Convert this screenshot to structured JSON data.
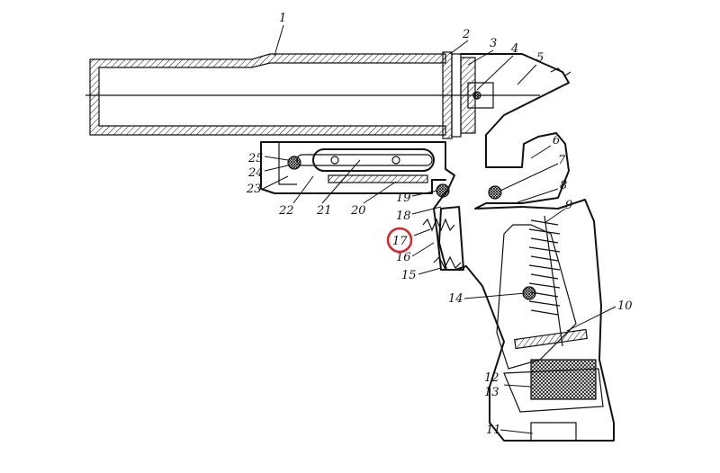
{
  "labels": [
    "1",
    "2",
    "3",
    "4",
    "5",
    "6",
    "7",
    "8",
    "9",
    "10",
    "11",
    "12",
    "13",
    "14",
    "15",
    "16",
    "17",
    "18",
    "19",
    "20",
    "21",
    "22",
    "23",
    "24",
    "25"
  ],
  "highlight": {
    "label": "17",
    "color": "#d9262b"
  },
  "colors": {
    "ink": "#111111",
    "background": "#ffffff"
  }
}
